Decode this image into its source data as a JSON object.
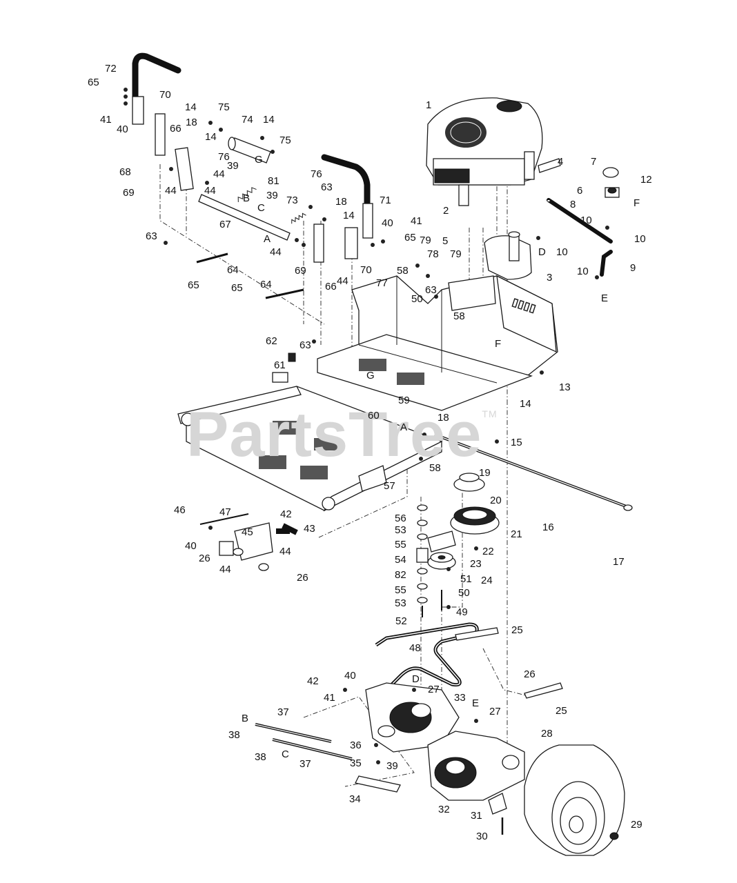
{
  "watermark": {
    "text": "PartsTree",
    "tm": "TM"
  },
  "callouts": [
    "1",
    "2",
    "3",
    "4",
    "5",
    "6",
    "7",
    "8",
    "9",
    "10",
    "12",
    "13",
    "14",
    "15",
    "16",
    "17",
    "18",
    "19",
    "20",
    "21",
    "22",
    "23",
    "24",
    "25",
    "26",
    "27",
    "28",
    "29",
    "30",
    "31",
    "32",
    "33",
    "34",
    "35",
    "36",
    "37",
    "38",
    "39",
    "40",
    "41",
    "42",
    "43",
    "44",
    "45",
    "46",
    "47",
    "48",
    "49",
    "50",
    "51",
    "52",
    "53",
    "54",
    "55",
    "56",
    "57",
    "58",
    "59",
    "60",
    "61",
    "62",
    "63",
    "64",
    "65",
    "66",
    "67",
    "68",
    "69",
    "70",
    "71",
    "72",
    "73",
    "74",
    "75",
    "76",
    "77",
    "78",
    "79",
    "81",
    "82",
    "A",
    "B",
    "C",
    "D",
    "E",
    "F",
    "G"
  ]
}
